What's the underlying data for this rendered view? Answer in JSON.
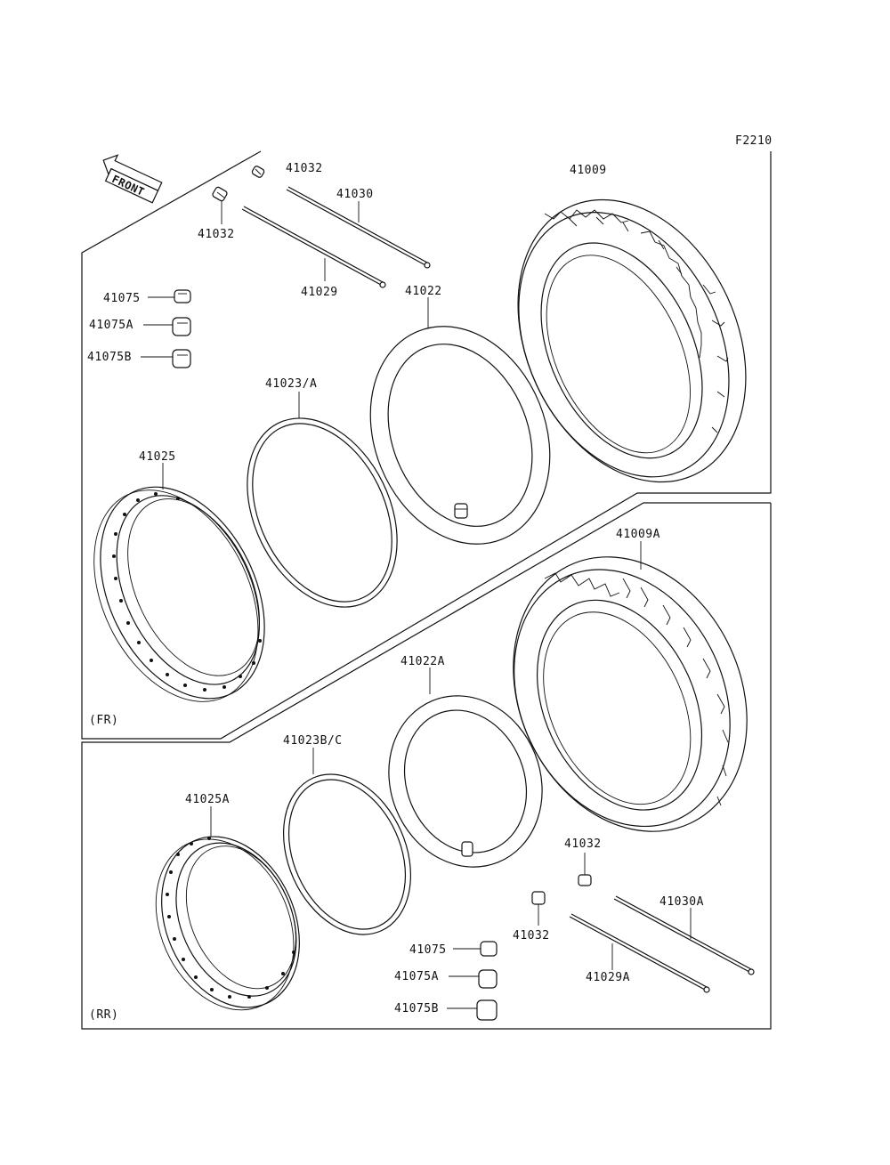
{
  "figure_code": "F2210",
  "front_arrow_text": "FRONT",
  "section_front": "(FR)",
  "section_rear": "(RR)",
  "labels": {
    "p41032_a": "41032",
    "p41030": "41030",
    "p41009": "41009",
    "p41032_b": "41032",
    "p41029": "41029",
    "p41022": "41022",
    "p41075": "41075",
    "p41075A": "41075A",
    "p41075B": "41075B",
    "p41023A": "41023/A",
    "p41025": "41025",
    "p41009A": "41009A",
    "p41022A": "41022A",
    "p41023BC": "41023B/C",
    "p41025A": "41025A",
    "p41032_c": "41032",
    "p41030A": "41030A",
    "p41032_d": "41032",
    "p41075_r": "41075",
    "p41075A_r": "41075A",
    "p41075B_r": "41075B",
    "p41029A": "41029A"
  }
}
